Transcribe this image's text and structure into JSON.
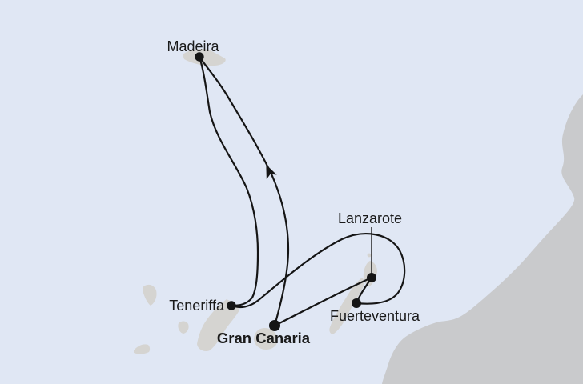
{
  "colors": {
    "sea": "#e0e7f4",
    "mainland": "#c9cacc",
    "island": "#d5d4d1",
    "route_line": "#151515",
    "label_text": "#1a1a1a"
  },
  "ports": [
    {
      "name": "Madeira",
      "emphasized": false
    },
    {
      "name": "Teneriffa",
      "emphasized": false
    },
    {
      "name": "Gran Canaria",
      "emphasized": true
    },
    {
      "name": "Lanzarote",
      "emphasized": false
    },
    {
      "name": "Fuerteventura",
      "emphasized": false
    }
  ],
  "route": {
    "legs": [
      {
        "from": "Gran Canaria",
        "to": "Madeira",
        "has_direction_arrow": true
      },
      {
        "from": "Madeira",
        "to": "Teneriffa",
        "has_direction_arrow": false
      },
      {
        "from": "Teneriffa",
        "to": "Fuerteventura",
        "has_direction_arrow": false
      },
      {
        "from": "Gran Canaria",
        "to": "Lanzarote",
        "has_direction_arrow": false
      },
      {
        "from": "Lanzarote",
        "to": "Fuerteventura",
        "has_direction_arrow": false
      }
    ]
  }
}
